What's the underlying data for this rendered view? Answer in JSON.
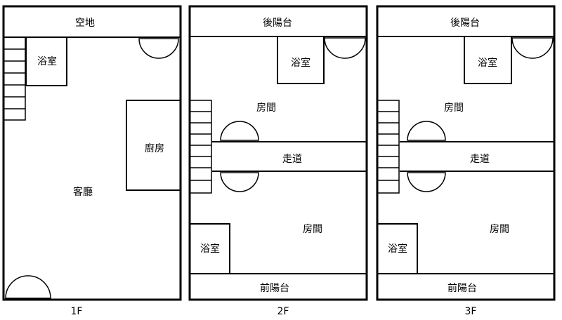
{
  "floors": [
    {
      "floor_label": "1F",
      "rooms": {
        "top": "空地",
        "bathroom": "浴室",
        "kitchen": "廚房",
        "living_room": "客廳"
      }
    },
    {
      "floor_label": "2F",
      "rooms": {
        "back_balcony": "後陽台",
        "bathroom_top": "浴室",
        "room_top": "房間",
        "corridor": "走道",
        "room_bottom": "房間",
        "bathroom_bottom": "浴室",
        "front_balcony": "前陽台"
      }
    },
    {
      "floor_label": "3F",
      "rooms": {
        "back_balcony": "後陽台",
        "bathroom_top": "浴室",
        "room_top": "房間",
        "corridor": "走道",
        "room_bottom": "房間",
        "bathroom_bottom": "浴室",
        "front_balcony": "前陽台"
      }
    }
  ]
}
